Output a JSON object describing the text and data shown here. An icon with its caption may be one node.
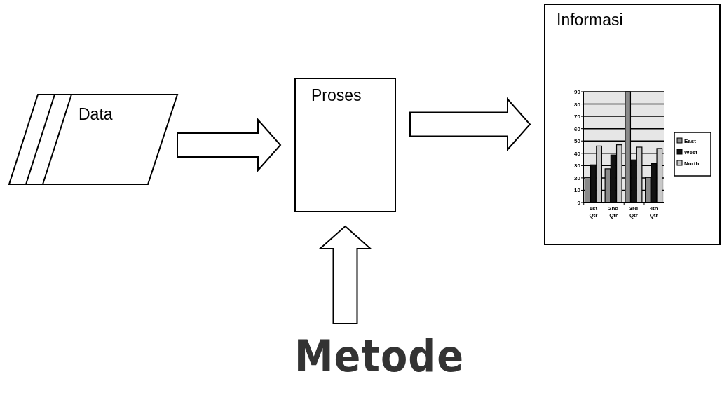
{
  "diagram": {
    "nodes": [
      {
        "text": [
          "Data"
        ]
      },
      {
        "text": [
          "Proses"
        ]
      },
      {
        "text": [
          "Informasi"
        ]
      },
      {
        "text": [
          "Metode"
        ]
      }
    ],
    "edges": [
      {
        "from": 0,
        "to": 1,
        "arrow": "to"
      },
      {
        "from": 1,
        "to": 2,
        "arrow": "to"
      },
      {
        "from": 3,
        "to": 1,
        "arrow": "to"
      }
    ],
    "chart_data": {
      "type": "bar",
      "categories": [
        "1st Qtr",
        "2nd Qtr",
        "3rd Qtr",
        "4th Qtr"
      ],
      "series": [
        {
          "name": "East",
          "color": "#8a8a8a",
          "values": [
            20.4,
            27.4,
            90,
            20.4
          ]
        },
        {
          "name": "West",
          "color": "#111111",
          "values": [
            30.6,
            38.6,
            34.6,
            31.6
          ]
        },
        {
          "name": "North",
          "color": "#c8c8c8",
          "values": [
            45.9,
            46.9,
            45,
            43.9
          ]
        }
      ],
      "ylim": [
        0,
        90
      ],
      "yticks": [
        0,
        10,
        20,
        30,
        40,
        50,
        60,
        70,
        80,
        90
      ],
      "grid": true,
      "legend": "right"
    }
  }
}
